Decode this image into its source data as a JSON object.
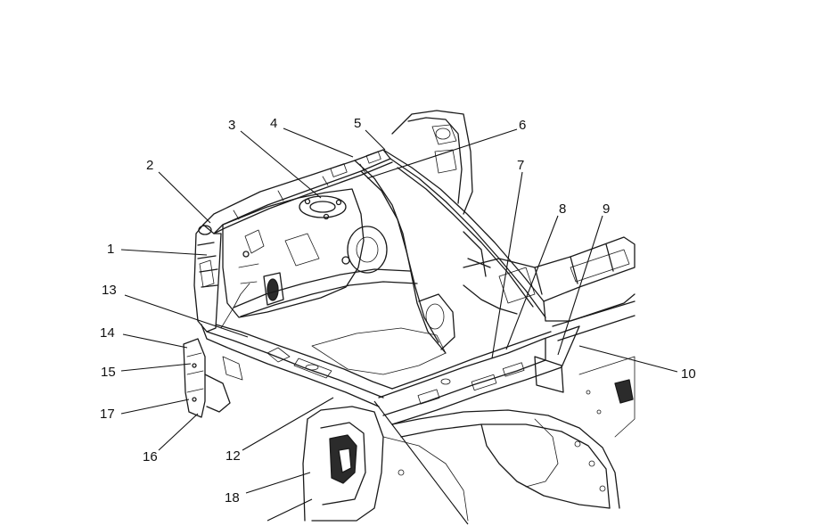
{
  "diagram": {
    "callouts": [
      {
        "id": "1",
        "label": "1"
      },
      {
        "id": "2",
        "label": "2"
      },
      {
        "id": "3",
        "label": "3"
      },
      {
        "id": "4",
        "label": "4"
      },
      {
        "id": "5",
        "label": "5"
      },
      {
        "id": "6",
        "label": "6"
      },
      {
        "id": "7",
        "label": "7"
      },
      {
        "id": "8",
        "label": "8"
      },
      {
        "id": "9",
        "label": "9"
      },
      {
        "id": "10",
        "label": "10"
      },
      {
        "id": "12",
        "label": "12"
      },
      {
        "id": "13",
        "label": "13"
      },
      {
        "id": "14",
        "label": "14"
      },
      {
        "id": "15",
        "label": "15"
      },
      {
        "id": "16",
        "label": "16"
      },
      {
        "id": "17",
        "label": "17"
      },
      {
        "id": "18",
        "label": "18"
      }
    ]
  }
}
